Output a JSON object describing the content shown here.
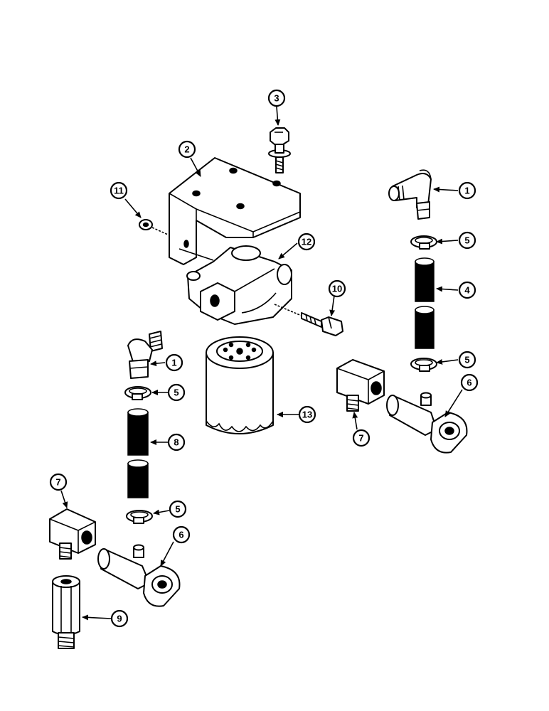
{
  "callouts": [
    {
      "id": "c3",
      "label": "3"
    },
    {
      "id": "c2",
      "label": "2"
    },
    {
      "id": "c11",
      "label": "11"
    },
    {
      "id": "c12",
      "label": "12"
    },
    {
      "id": "c10",
      "label": "10"
    },
    {
      "id": "c1a",
      "label": "1"
    },
    {
      "id": "c5a",
      "label": "5"
    },
    {
      "id": "c4",
      "label": "4"
    },
    {
      "id": "c5b",
      "label": "5"
    },
    {
      "id": "c6a",
      "label": "6"
    },
    {
      "id": "c7a",
      "label": "7"
    },
    {
      "id": "c13",
      "label": "13"
    },
    {
      "id": "c1b",
      "label": "1"
    },
    {
      "id": "c5c",
      "label": "5"
    },
    {
      "id": "c8",
      "label": "8"
    },
    {
      "id": "c5d",
      "label": "5"
    },
    {
      "id": "c7b",
      "label": "7"
    },
    {
      "id": "c6b",
      "label": "6"
    },
    {
      "id": "c9",
      "label": "9"
    }
  ]
}
